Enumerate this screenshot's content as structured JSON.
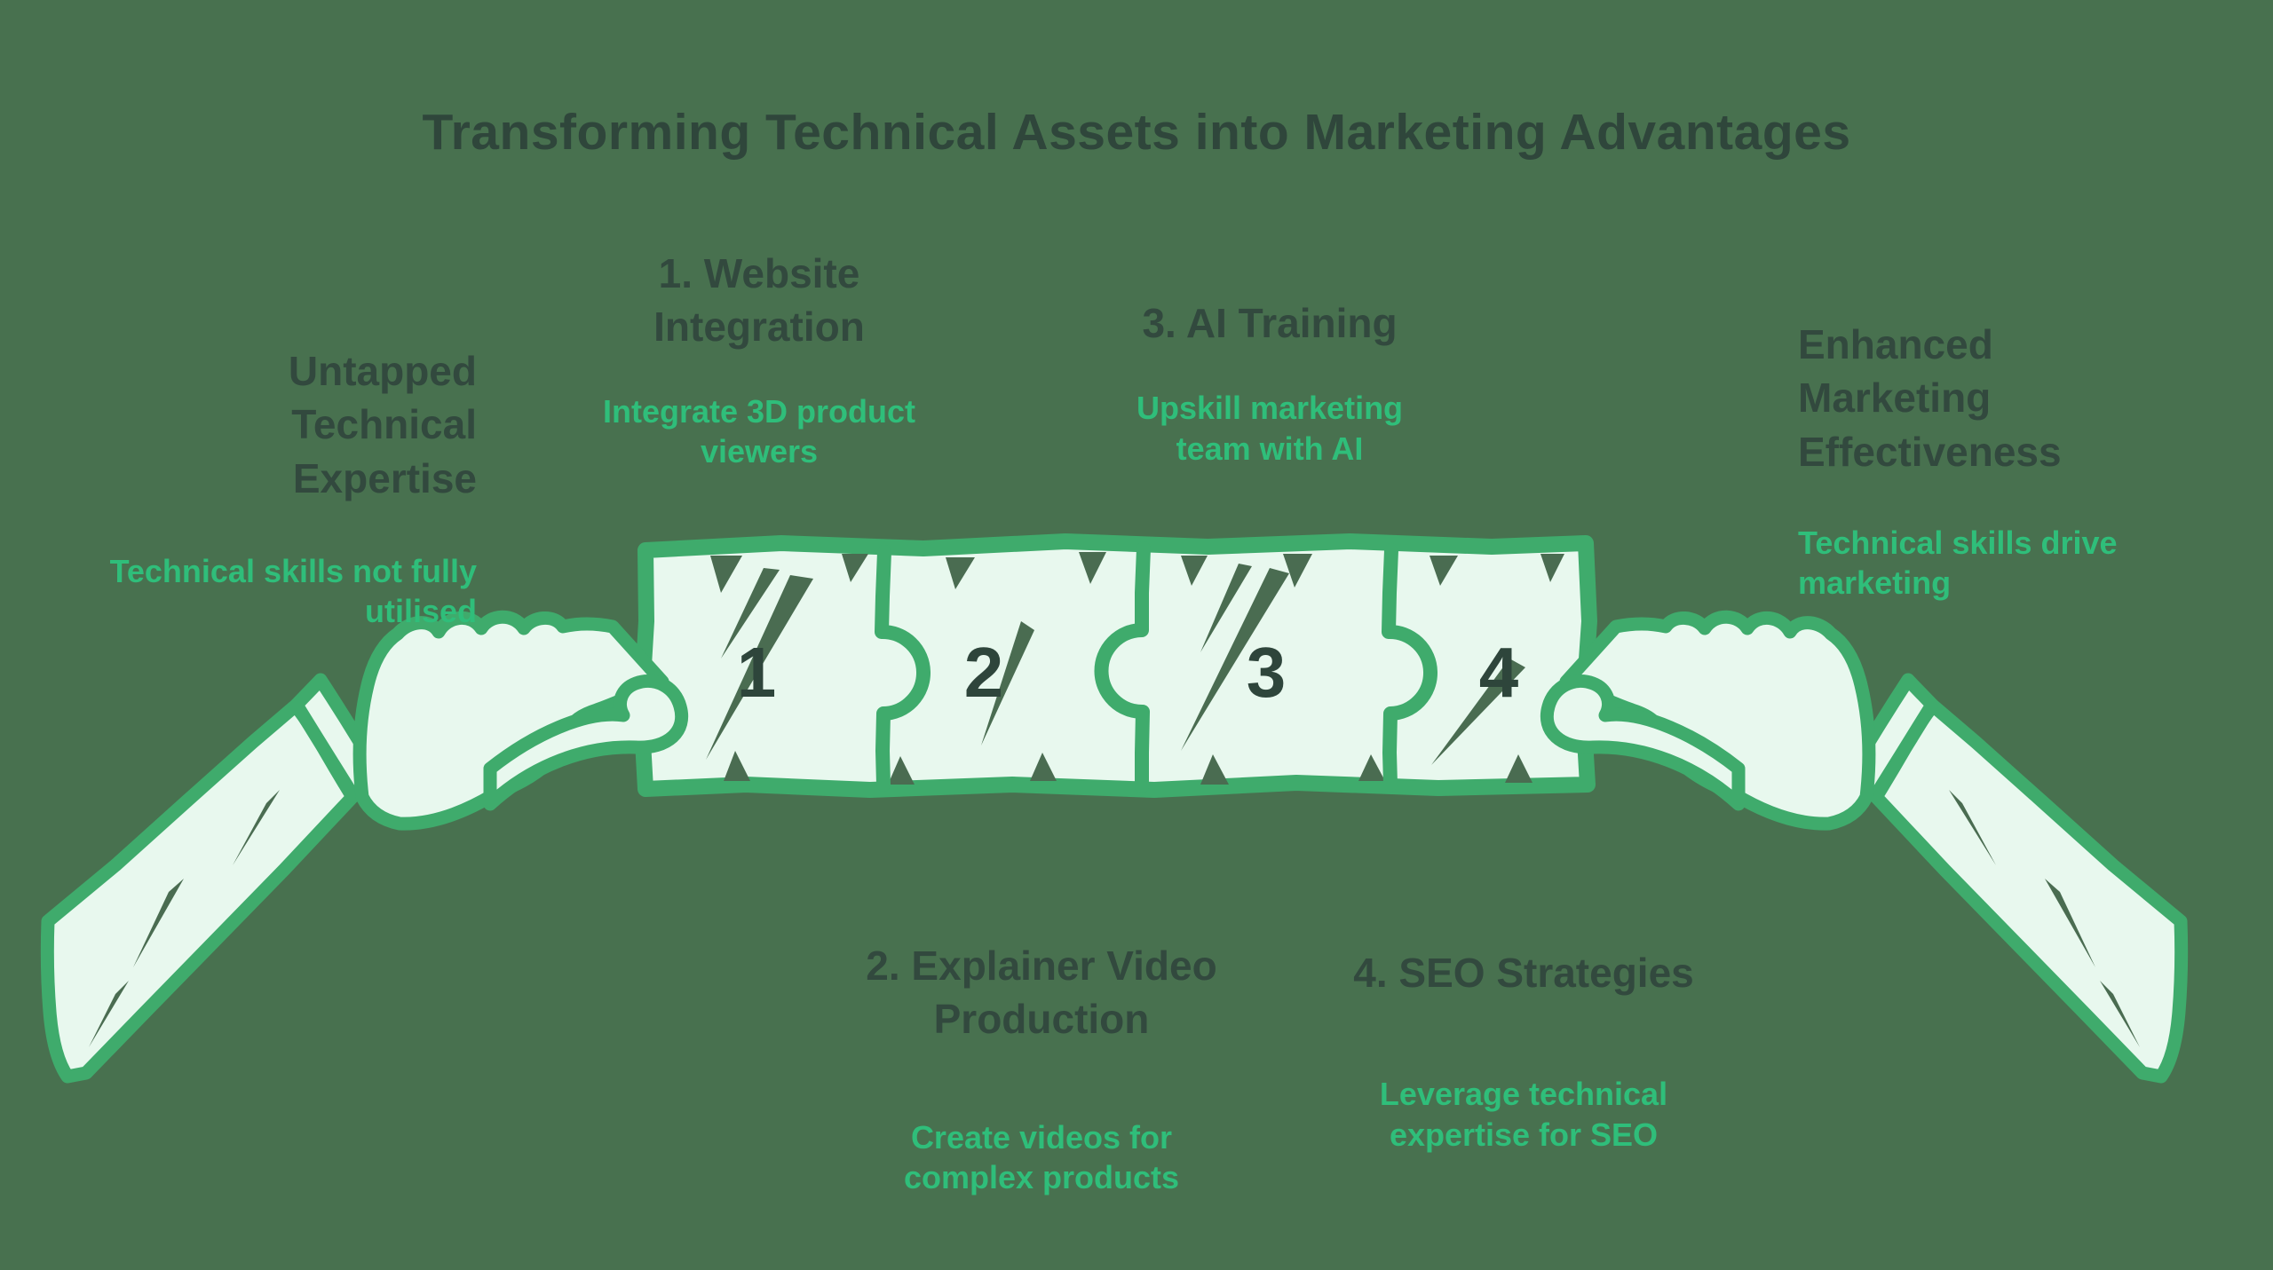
{
  "title": "Transforming Technical Assets into Marketing Advantages",
  "colors": {
    "background": "#48714F",
    "heading_text": "#32493E",
    "accent_green_text": "#2FBE7A",
    "sketch_stroke": "#3FAB6C",
    "sketch_fill": "#E8F8EE",
    "number_text": "#2E453B"
  },
  "sections": {
    "untapped": {
      "heading": "Untapped\nTechnical\nExpertise",
      "sub": "Technical skills not fully\nutilised"
    },
    "website": {
      "heading": "1. Website\nIntegration",
      "sub": "Integrate 3D product\nviewers"
    },
    "ai": {
      "heading": "3. AI Training",
      "sub": "Upskill marketing\nteam with AI"
    },
    "enhanced": {
      "heading": "Enhanced\nMarketing\nEffectiveness",
      "sub": "Technical skills drive\nmarketing"
    },
    "explainer": {
      "heading": "2. Explainer Video\nProduction",
      "sub": "Create videos for\ncomplex products"
    },
    "seo": {
      "heading": "4. SEO Strategies",
      "sub": "Leverage technical\nexpertise for SEO"
    }
  },
  "puzzle": {
    "pieces": [
      {
        "number": "1"
      },
      {
        "number": "2"
      },
      {
        "number": "3"
      },
      {
        "number": "4"
      }
    ]
  }
}
